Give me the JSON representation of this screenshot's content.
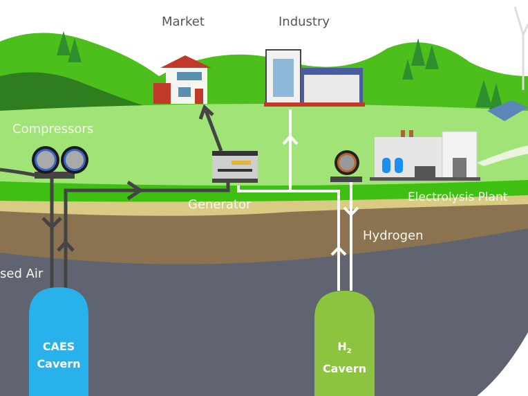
{
  "labels": {
    "market": "Market",
    "industry": "Industry",
    "compressors": "Compressors",
    "generator": "Generator",
    "electrolysis_plant": "Electrolysis Plant",
    "hydrogen": "Hydrogen",
    "compressed_air": "sed Air"
  },
  "caverns": {
    "caes": {
      "line1": "CAES",
      "line2": "Cavern",
      "color": "#29b1ec"
    },
    "h2": {
      "line1": "H",
      "sub": "2",
      "line2": "Cavern",
      "color": "#8cc43f"
    }
  },
  "colors": {
    "hills": "#4cbf1c",
    "ground": "#a2e377",
    "soil_top": "#d9cb83",
    "soil": "#8b7352",
    "rock": "#5f6470",
    "pipe_air": "#444444",
    "pipe_hydrogen": "#ffffff"
  }
}
